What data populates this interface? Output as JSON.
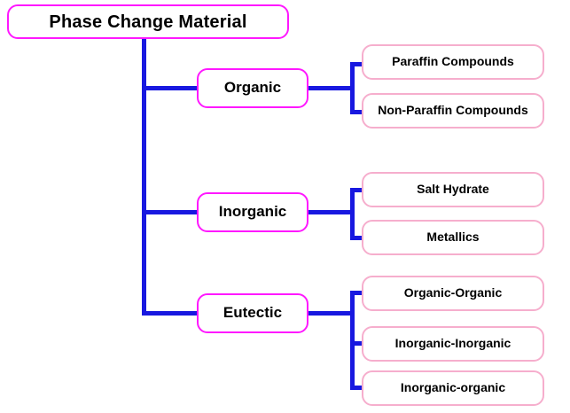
{
  "diagram": {
    "title": "Phase Change Material",
    "type": "hierarchical-tree",
    "colors": {
      "background": "#ffffff",
      "root_border": "#ff18ff",
      "level1_border": "#ff18ff",
      "leaf_border": "#f6aecd",
      "connector": "#1818e0",
      "text": "#000000"
    },
    "root": {
      "label": "Phase Change Material"
    },
    "branches": [
      {
        "label": "Organic",
        "children": [
          {
            "label": "Paraffin Compounds"
          },
          {
            "label": "Non-Paraffin Compounds"
          }
        ]
      },
      {
        "label": "Inorganic",
        "children": [
          {
            "label": "Salt Hydrate"
          },
          {
            "label": "Metallics"
          }
        ]
      },
      {
        "label": "Eutectic",
        "children": [
          {
            "label": "Organic-Organic"
          },
          {
            "label": "Inorganic-Inorganic"
          },
          {
            "label": "Inorganic-organic"
          }
        ]
      }
    ]
  }
}
